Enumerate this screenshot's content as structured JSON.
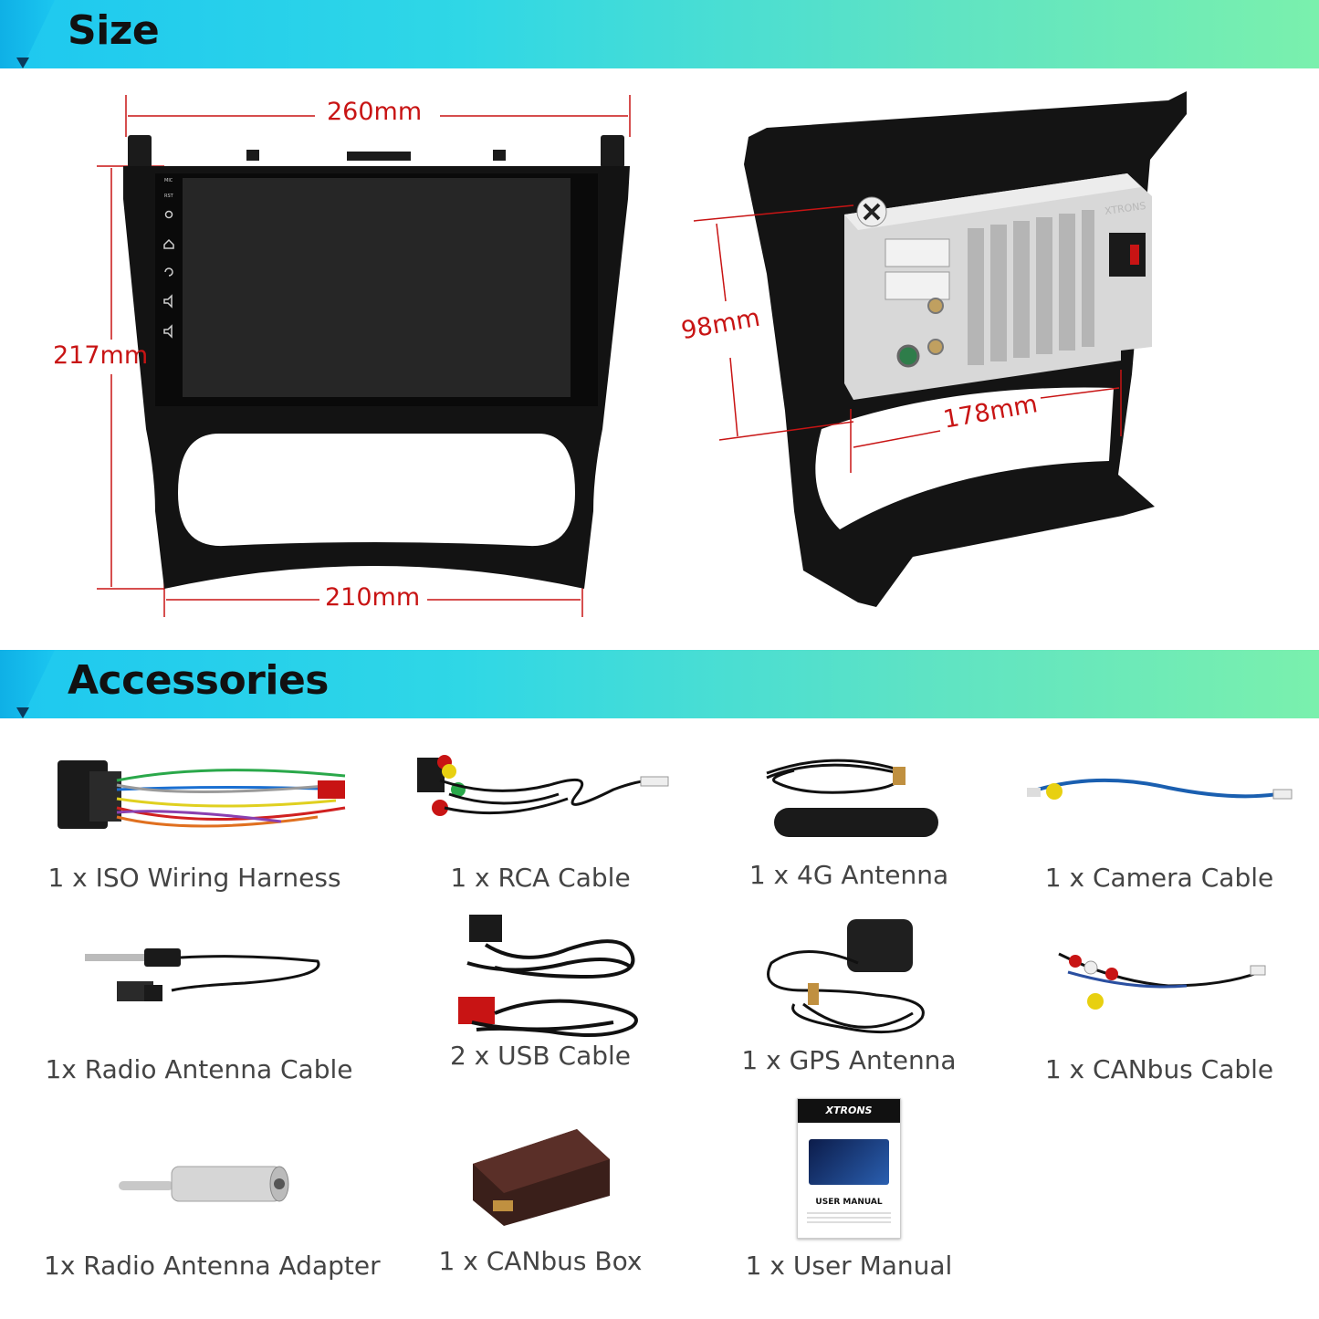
{
  "sections": {
    "size": {
      "title": "Size"
    },
    "accessories": {
      "title": "Accessories"
    }
  },
  "dimensions": {
    "front_width_top": "260mm",
    "front_height": "217mm",
    "front_width_bottom": "210mm",
    "back_depth": "98mm",
    "back_width": "178mm"
  },
  "front_panel": {
    "side_buttons": [
      "MIC",
      "RST"
    ]
  },
  "brand": "XTRONS",
  "accessories": [
    {
      "label": "1 x ISO Wiring Harness",
      "icon": "iso-harness-icon"
    },
    {
      "label": "1 x RCA Cable",
      "icon": "rca-cable-icon"
    },
    {
      "label": "1 x 4G Antenna",
      "icon": "4g-antenna-icon"
    },
    {
      "label": "1 x Camera Cable",
      "icon": "camera-cable-icon"
    },
    {
      "label": "1x Radio Antenna Cable",
      "icon": "radio-antenna-cable-icon"
    },
    {
      "label": "2 x USB Cable",
      "icon": "usb-cable-icon"
    },
    {
      "label": "1 x GPS Antenna",
      "icon": "gps-antenna-icon"
    },
    {
      "label": "1 x CANbus Cable",
      "icon": "canbus-cable-icon"
    },
    {
      "label": "1x Radio Antenna Adapter",
      "icon": "radio-adapter-icon"
    },
    {
      "label": "1 x CANbus Box",
      "icon": "canbus-box-icon"
    },
    {
      "label": "1 x User Manual",
      "icon": "user-manual-icon"
    }
  ],
  "manual": {
    "brand": "XTRONS",
    "title": "USER MANUAL"
  },
  "colors": {
    "dimension_red": "#c81414",
    "banner_start": "#1ec8f0",
    "banner_end": "#7af0ad"
  }
}
